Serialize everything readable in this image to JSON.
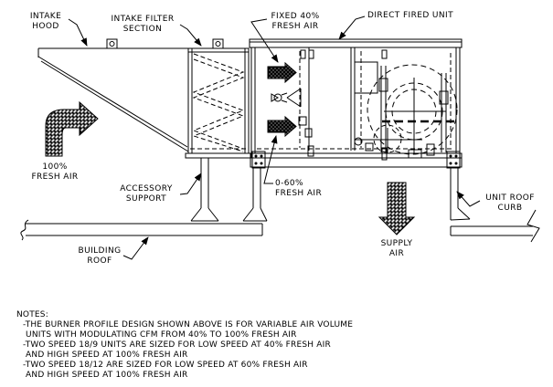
{
  "diagram": {
    "labels": {
      "intake_hood": "INTAKE\nHOOD",
      "intake_filter_section": "INTAKE FILTER\nSECTION",
      "fixed_fresh_air": "FIXED 40%\nFRESH AIR",
      "direct_fired_unit": "DIRECT  FIRED UNIT",
      "fresh_air_100": "100%\nFRESH AIR",
      "accessory_support": "ACCESSORY\nSUPPORT",
      "fresh_air_0_60": "0-60%\nFRESH AIR",
      "supply_air": "SUPPLY\nAIR",
      "unit_roof_curb": "UNIT ROOF\nCURB",
      "building_roof": "BUILDING\nROOF"
    },
    "notes": {
      "heading": "NOTES:",
      "lines": [
        "-THE BURNER PROFILE DESIGN SHOWN ABOVE IS FOR VARIABLE AIR VOLUME",
        " UNITS WITH MODULATING CFM FROM 40% TO 100% FRESH AIR",
        "-TWO SPEED 18/9 UNITS ARE SIZED FOR LOW SPEED AT 40% FRESH AIR",
        " AND HIGH SPEED AT 100% FRESH AIR",
        "-TWO SPEED 18/12 ARE SIZED FOR LOW SPEED AT 60% FRESH AIR",
        " AND HIGH SPEED AT 100% FRESH AIR"
      ]
    },
    "icons": {
      "fresh_air_inlet_arrow": "curved-stippled-arrow-right",
      "fixed_air_arrow": "hatched-arrow-right",
      "modulating_air_arrow": "hatched-arrow-right",
      "supply_air_arrow": "stippled-arrow-down"
    },
    "colors": {
      "ink": "#000000",
      "paper": "#ffffff"
    }
  }
}
